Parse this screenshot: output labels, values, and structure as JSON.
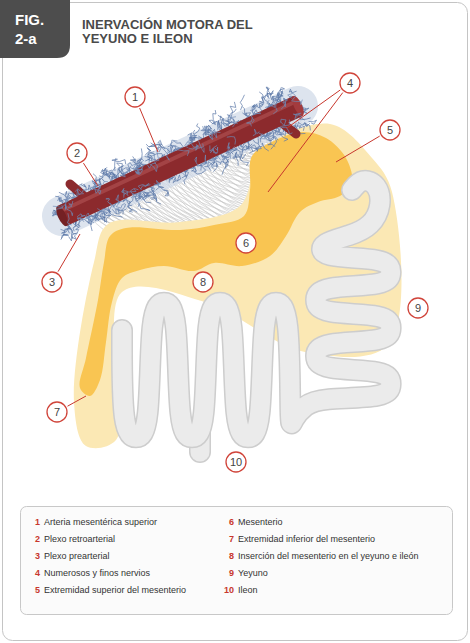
{
  "diagram": {
    "title": "INERVACIÓN MOTORA DEL YEYUNO E ILEON",
    "nodes": [
      {
        "text": [
          "FIG. 2-a"
        ]
      },
      {
        "text": [
          "1"
        ]
      },
      {
        "text": [
          "2"
        ]
      },
      {
        "text": [
          "3"
        ]
      },
      {
        "text": [
          "4"
        ]
      },
      {
        "text": [
          "5"
        ]
      },
      {
        "text": [
          "6"
        ]
      },
      {
        "text": [
          "7"
        ]
      },
      {
        "text": [
          "8"
        ]
      },
      {
        "text": [
          "9"
        ]
      },
      {
        "text": [
          "10"
        ]
      }
    ],
    "labels": [
      "1",
      "2",
      "3",
      "4",
      "5",
      "6",
      "7",
      "8",
      "9",
      "10"
    ],
    "legend": [
      {
        "text": "Arteria mesentérica superior"
      },
      {
        "text": "Plexo retroarterial"
      },
      {
        "text": "Plexo prearterial"
      },
      {
        "text": "Numerosos y finos nervios"
      },
      {
        "text": "Extremidad superior del mesenterio"
      },
      {
        "text": "Mesenterio"
      },
      {
        "text": "Extremidad inferior del mesenterio"
      },
      {
        "text": "Inserción del mesenterio en el yeyuno e ileón"
      },
      {
        "text": "Yeyuno"
      },
      {
        "text": "Ileon"
      }
    ]
  }
}
